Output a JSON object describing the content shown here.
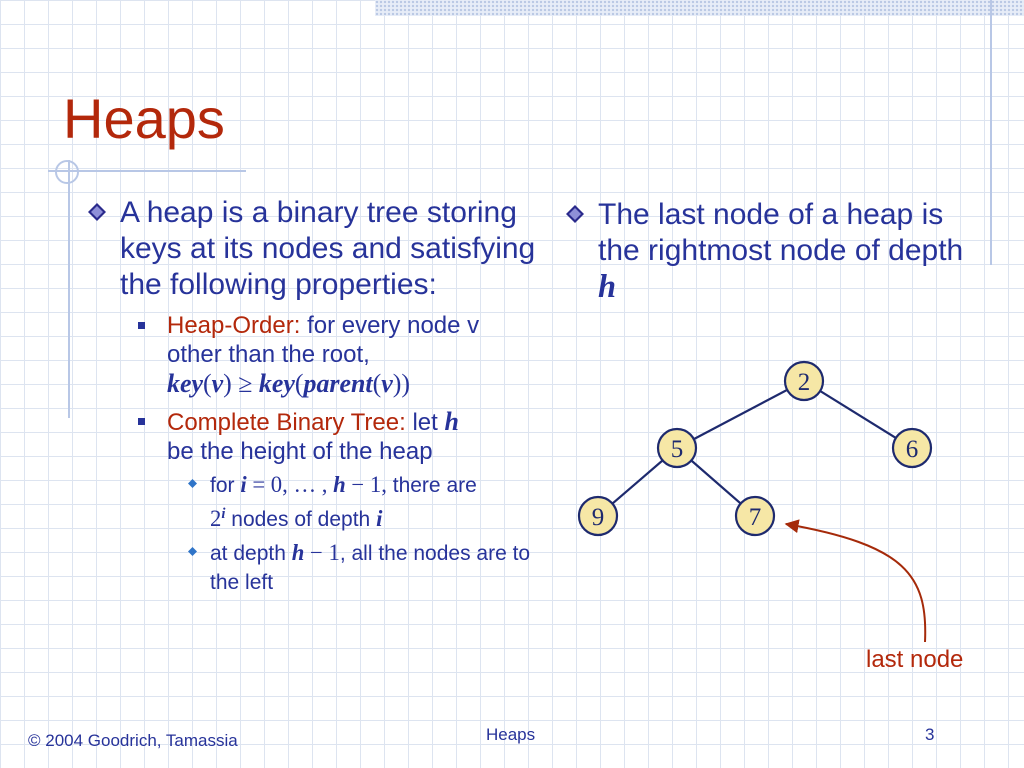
{
  "slide": {
    "title": "Heaps",
    "left_bullet": {
      "text": "A heap is a binary tree storing keys at its nodes and satisfying the following properties:",
      "heap_order": {
        "label": "Heap-Order:",
        "text": "for every node v other than the root,",
        "formula": {
          "key1": "key",
          "paren_open1": "(",
          "v1": "v",
          "paren_close1": ")",
          "geq": " ≥ ",
          "key2": "key",
          "paren_open2": "(",
          "parent": "parent",
          "paren_open3": "(",
          "v2": "v",
          "paren_close2": "))"
        }
      },
      "complete_tree": {
        "label": "Complete Binary Tree:",
        "text_before": "let",
        "var_h": "h",
        "text_after": "be the height of the heap",
        "sub1": {
          "for": "for",
          "var_i": "i",
          "range": " = 0, … , ",
          "var_h": "h",
          "minus_one": " − 1,",
          "there_are": " there are",
          "two": "2",
          "sup_i": "i",
          "nodes_of_depth": " nodes of depth ",
          "var_i2": "i"
        },
        "sub2": {
          "at_depth": "at depth ",
          "var_h": "h",
          "minus_one": " − 1",
          "rest": ", all the nodes are to the left"
        }
      }
    },
    "right_bullet": {
      "text": "The last node of a heap is the rightmost node of depth",
      "var_h": "h"
    }
  },
  "tree": {
    "nodes": [
      "2",
      "5",
      "6",
      "9",
      "7"
    ],
    "node_fill": "#f6e7a6",
    "edge_color": "#1e2a6e",
    "arrow_color": "#a52a0a",
    "last_node_label": "last node"
  },
  "footer": {
    "copyright": "© 2004 Goodrich, Tamassia",
    "center": "Heaps",
    "page": "3"
  },
  "colors": {
    "title": "#b3280b",
    "text": "#27339a",
    "accent_red": "#b3280b"
  }
}
